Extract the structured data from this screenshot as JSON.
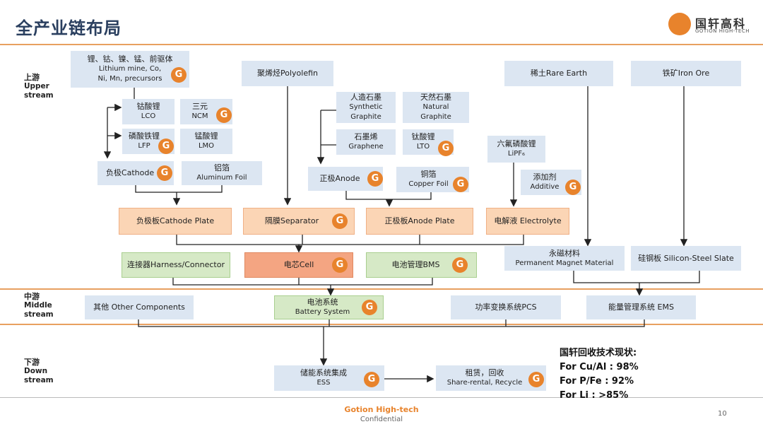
{
  "header": {
    "title": "全产业链布局",
    "logo_cn": "国轩高科",
    "logo_en": "GOTION HIGH-TECH"
  },
  "stages": {
    "upper": {
      "cn": "上游",
      "en": "Upper stream"
    },
    "middle": {
      "cn": "中游",
      "en": "Middle stream"
    },
    "down": {
      "cn": "下游",
      "en": "Down stream"
    }
  },
  "upstream": {
    "raw_materials": {
      "line1": "锂、钴、镍、锰、前驱体",
      "line2": "Lithium mine, Co,",
      "line3": "Ni, Mn, precursors"
    },
    "polyolefin": "聚烯烃Polyolefin",
    "rare_earth": "稀土Rare Earth",
    "iron_ore": "铁矿Iron Ore",
    "lco": {
      "cn": "钴酸锂",
      "en": "LCO"
    },
    "ncm": {
      "cn": "三元",
      "en": "NCM"
    },
    "lfp": {
      "cn": "磷酸铁锂",
      "en": "LFP"
    },
    "lmo": {
      "cn": "锰酸锂",
      "en": "LMO"
    },
    "synthetic_graphite": {
      "cn": "人造石墨",
      "en1": "Synthetic",
      "en2": "Graphite"
    },
    "natural_graphite": {
      "cn": "天然石墨",
      "en1": "Natural",
      "en2": "Graphite"
    },
    "graphene": {
      "cn": "石墨烯",
      "en": "Graphene"
    },
    "lto": {
      "cn": "钛酸锂",
      "en": "LTO"
    },
    "lipf6": {
      "cn": "六氟磷酸锂",
      "en": "LiPF₆"
    },
    "cathode": "负极Cathode",
    "aluminum_foil": {
      "cn": "铝箔",
      "en": "Aluminum Foil"
    },
    "anode": "正极Anode",
    "copper_foil": {
      "cn": "铜箔",
      "en": "Copper Foil"
    },
    "additive": {
      "cn": "添加剂",
      "en": "Additive"
    },
    "cathode_plate": "负极板Cathode Plate",
    "separator": "隔膜Separator",
    "anode_plate": "正极板Anode Plate",
    "electrolyte": "电解液 Electrolyte",
    "harness": "连接器Harness/Connector",
    "cell": "电芯Cell",
    "bms": "电池管理BMS",
    "magnet": {
      "cn": "永磁材料",
      "en": "Permanent Magnet Material"
    },
    "silicon_steel": "硅钢板 Silicon-Steel Slate"
  },
  "midstream": {
    "other_components": "其他 Other Components",
    "battery_system": {
      "cn": "电池系统",
      "en": "Battery System"
    },
    "pcs": "功率变换系统PCS",
    "ems": "能量管理系统 EMS"
  },
  "downstream": {
    "ess": {
      "cn": "储能系统集成",
      "en": "ESS"
    },
    "recycle": {
      "cn": "租赁，回收",
      "en": "Share-rental, Recycle"
    }
  },
  "recycling_status": {
    "title": "国轩回收技术现状:",
    "lines": [
      "For Cu/Al : 98%",
      "For P/Fe : 92%",
      "For Li : >85%"
    ]
  },
  "footer": {
    "brand": "Gotion High-tech",
    "confidential": "Confidential",
    "page": "10"
  },
  "colors": {
    "accent": "#e8832c",
    "box_blue": "#dce6f2",
    "box_orange": "#fbd5b5",
    "box_red": "#f4a582",
    "box_green": "#d6e9c6",
    "rule": "#e8a060"
  }
}
